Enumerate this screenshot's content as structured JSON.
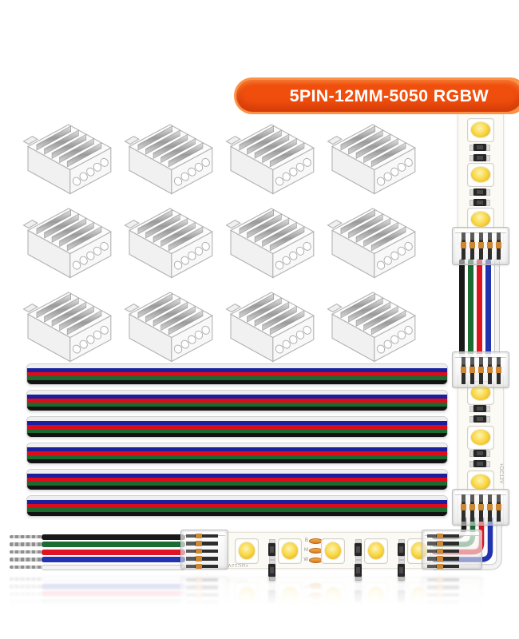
{
  "product_badge": {
    "label": "5PIN-12MM-5050 RGBW",
    "background": "#f04e0d",
    "glow": "#fb9247",
    "text_color": "#ffffff"
  },
  "connector_grid": {
    "item_name": "transparent 5-pin LED strip connector",
    "count": 12,
    "columns": 4,
    "pin_holes_per_connector": 5,
    "fins_per_connector": 5
  },
  "ribbon_cables": {
    "count": 6,
    "wires_per_ribbon": 5,
    "stripe_names_top_to_bottom": [
      "white",
      "blue",
      "red",
      "green",
      "black"
    ],
    "stripe_colors_top_to_bottom": [
      "#efefef",
      "#1b1f9e",
      "#df0a1a",
      "#1b6a2e",
      "#121212"
    ]
  },
  "wire_bundle": {
    "count": 5,
    "names": [
      "black",
      "green",
      "red",
      "blue",
      "white"
    ],
    "colors": [
      "#191919",
      "#1c6b33",
      "#df1322",
      "#2233b0",
      "#f3f3f3"
    ]
  },
  "led_strips": {
    "pcb_color": "#fbfaf4",
    "marking": "+DC12V",
    "solder_pad_labels": [
      "B",
      "M",
      "W"
    ],
    "vertical_strip": {
      "led_count": 6,
      "connector_count": 3
    },
    "horizontal_strip": {
      "led_count": 5,
      "connector_count": 2,
      "bare_wire_tip_count": 5
    }
  }
}
